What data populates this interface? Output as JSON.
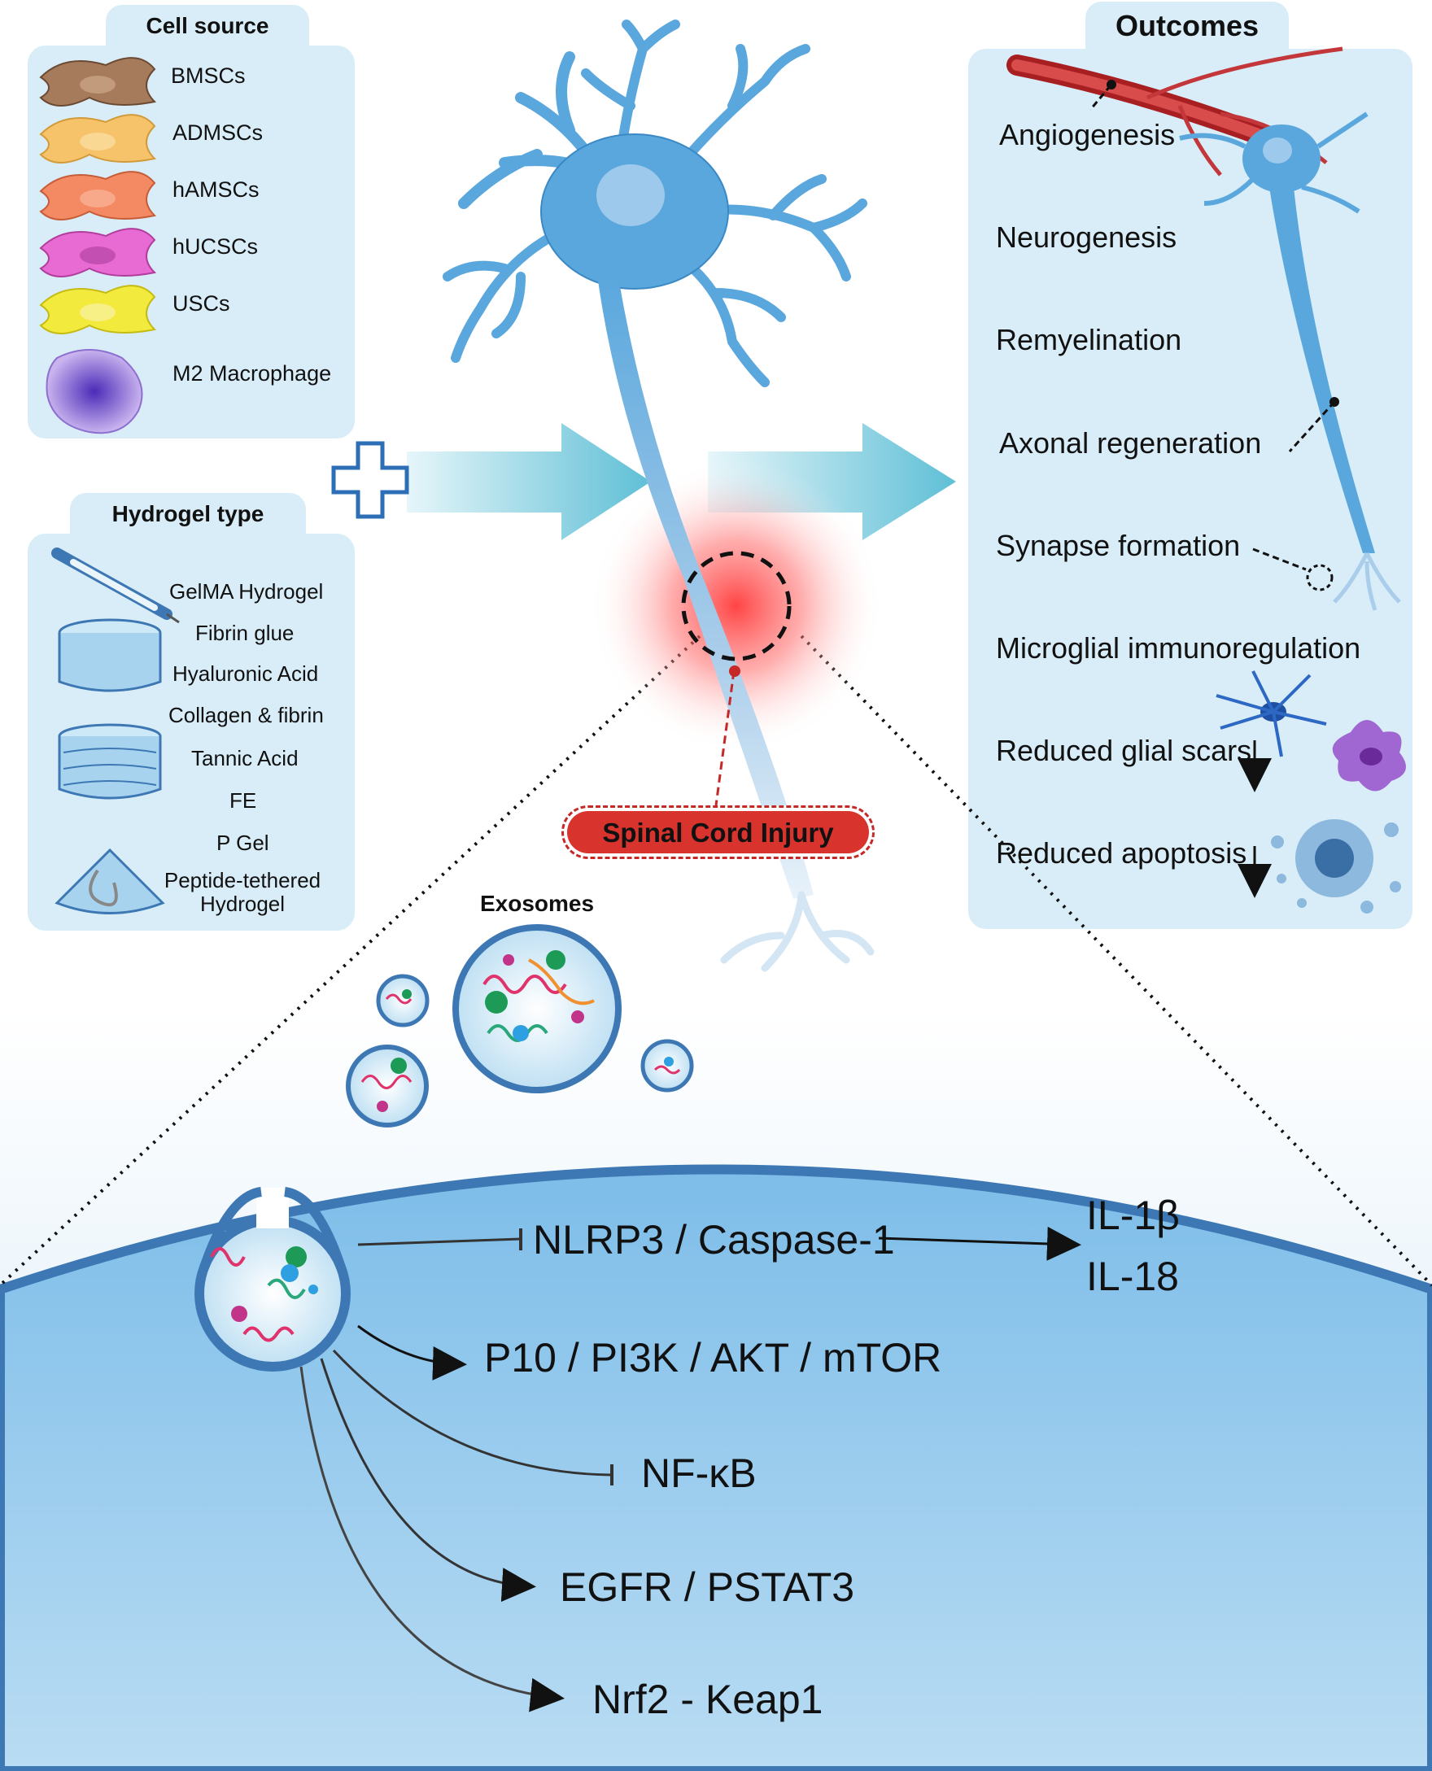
{
  "cell_source": {
    "title": "Cell source",
    "items": [
      {
        "label": "BMSCs",
        "color": "#a67b5b"
      },
      {
        "label": "ADMSCs",
        "color": "#f7c36a"
      },
      {
        "label": "hAMSCs",
        "color": "#f48a63"
      },
      {
        "label": "hUCSCs",
        "color": "#e86ad3"
      },
      {
        "label": "USCs",
        "color": "#f2ea3c"
      },
      {
        "label": "M2 Macrophage",
        "color": "#9a7ad8"
      }
    ]
  },
  "hydrogel": {
    "title": "Hydrogel type",
    "items": [
      "GelMA Hydrogel",
      "Fibrin glue",
      "Hyaluronic Acid",
      "Collagen & fibrin",
      "Tannic Acid",
      "FE",
      "P Gel",
      "Peptide-tethered Hydrogel"
    ]
  },
  "outcomes": {
    "title": "Outcomes",
    "items": [
      "Angiogenesis",
      "Neurogenesis",
      "Remyelination",
      "Axonal regeneration",
      "Synapse formation",
      "Microglial immunoregulation",
      "Reduced glial scars",
      "Reduced apoptosis"
    ]
  },
  "injury_label": "Spinal Cord Injury",
  "exosomes_label": "Exosomes",
  "pathways": {
    "nlrp3": "NLRP3 / Caspase-1",
    "il1b": "IL-1β",
    "il18": "IL-18",
    "pi3k": "P10 / PI3K / AKT / mTOR",
    "nfkb": "NF-κB",
    "egfr": "EGFR / PSTAT3",
    "nrf2": "Nrf2 - Keap1"
  },
  "colors": {
    "panel": "#d9edf8",
    "neuron": "#5aa7dd",
    "arrow": "#6cc3d8",
    "injury_badge": "#d8332c",
    "cell_membrane": "#8cc5ea"
  }
}
